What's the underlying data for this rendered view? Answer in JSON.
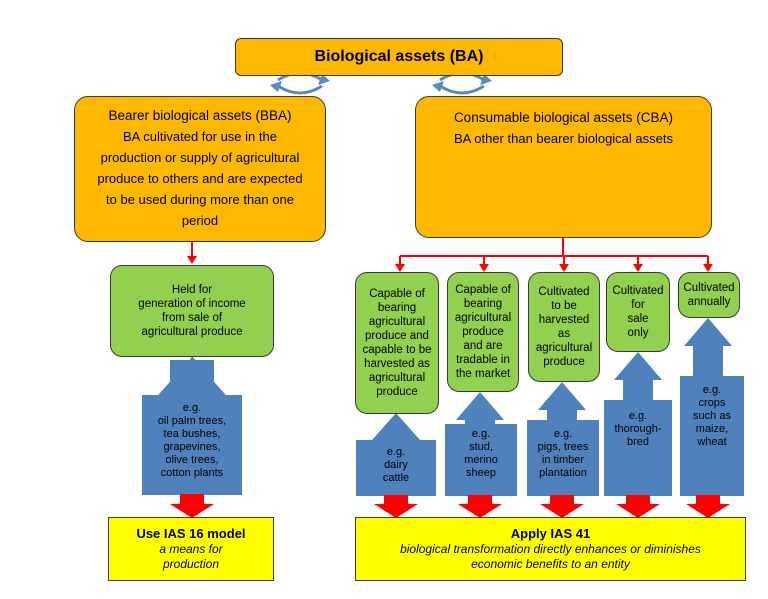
{
  "root": {
    "title": "Biological assets (BA)"
  },
  "bba": {
    "title": "Bearer biological assets (BBA)",
    "desc": "BA cultivated for use in the\nproduction or supply of agricultural\nproduce to others and are expected\nto be used during more than one\nperiod"
  },
  "cba": {
    "title": "Consumable biological assets (CBA)",
    "desc": "BA other than bearer biological assets"
  },
  "bba_category": {
    "label": "Held for\ngeneration of income\nfrom sale of\nagricultural produce",
    "example": "e.g.\noil palm trees,\ntea bushes,\ngrapevines,\nolive trees,\ncotton plants"
  },
  "cba_categories": [
    {
      "label": "Capable of\nbearing\nagricultural\nproduce and\ncapable to be\nharvested as\nagricultural\nproduce",
      "example": "e.g.\ndairy\ncattle"
    },
    {
      "label": "Capable of\nbearing\nagricultural\nproduce\nand are\ntradable in\nthe market",
      "example": "e.g.\nstud,\nmerino\nsheep"
    },
    {
      "label": "Cultivated\nto be\nharvested\nas\nagricultural\nproduce",
      "example": "e.g.\npigs, trees\nin timber\nplantation"
    },
    {
      "label": "Cultivated\nfor\nsale\nonly",
      "example": "e.g.\nthorough-\nbred"
    },
    {
      "label": "Cultivated\nannually",
      "example": "e.g.\ncrops\nsuch as\nmaize,\nwheat"
    }
  ],
  "ias16": {
    "title": "Use IAS 16 model",
    "subtitle": "a means for\nproduction"
  },
  "ias41": {
    "title": "Apply IAS 41",
    "subtitle": "biological transformation directly enhances or diminishes\neconomic benefits to an entity"
  },
  "colors": {
    "orange": "#ffb800",
    "green": "#92d050",
    "blue": "#4f81bd",
    "red": "#ff0000",
    "yellow": "#ffff00",
    "swap_arrow": "#9dc3e6"
  },
  "icons": [
    "swap-arrows-icon"
  ]
}
